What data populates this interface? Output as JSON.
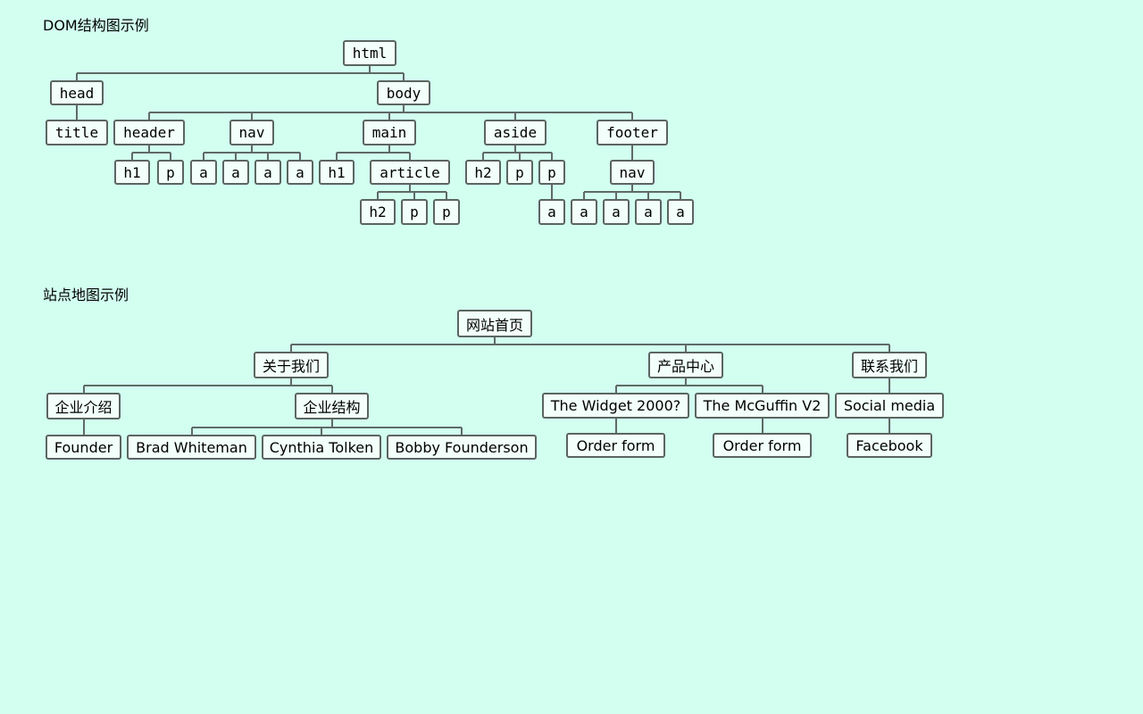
{
  "dom_tree": {
    "title": "DOM结构图示例",
    "nodes": {
      "html": "html",
      "head": "head",
      "body": "body",
      "title": "title",
      "header": "header",
      "nav": "nav",
      "main": "main",
      "aside": "aside",
      "footer": "footer",
      "header_h1": "h1",
      "header_p": "p",
      "nav_a1": "a",
      "nav_a2": "a",
      "nav_a3": "a",
      "nav_a4": "a",
      "main_h1": "h1",
      "article": "article",
      "article_h2": "h2",
      "article_p1": "p",
      "article_p2": "p",
      "aside_h2": "h2",
      "aside_p1": "p",
      "aside_p2": "p",
      "aside_a": "a",
      "footer_nav": "nav",
      "footer_a1": "a",
      "footer_a2": "a",
      "footer_a3": "a",
      "footer_a4": "a"
    }
  },
  "sitemap": {
    "title": "站点地图示例",
    "nodes": {
      "home": "网站首页",
      "about": "关于我们",
      "products": "产品中心",
      "contact": "联系我们",
      "intro": "企业介绍",
      "structure": "企业结构",
      "widget": "The Widget 2000?",
      "mcguffin": "The McGuffin V2",
      "social": "Social media",
      "founder": "Founder",
      "brad": "Brad Whiteman",
      "cynthia": "Cynthia Tolken",
      "bobby": "Bobby Founderson",
      "order1": "Order form",
      "order2": "Order form",
      "facebook": "Facebook"
    }
  }
}
